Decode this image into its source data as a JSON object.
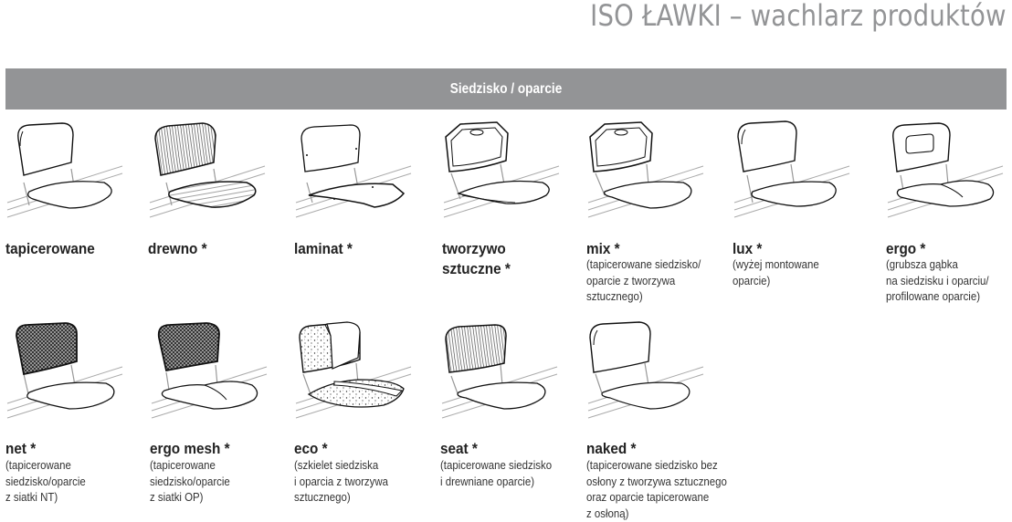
{
  "header": {
    "title": "ISO ŁAWKI – wachlarz produktów"
  },
  "section": {
    "title": "Siedzisko / oparcie"
  },
  "products": [
    {
      "name": "tapicerowane",
      "asterisk": false,
      "description": [],
      "style": "upholstered"
    },
    {
      "name": "drewno *",
      "asterisk": true,
      "description": [],
      "style": "wood"
    },
    {
      "name": "laminat *",
      "asterisk": true,
      "description": [],
      "style": "laminate"
    },
    {
      "name": "tworzywo",
      "name_line2": "sztuczne *",
      "asterisk": true,
      "description": [],
      "style": "plastic"
    },
    {
      "name": "mix *",
      "asterisk": true,
      "description": [
        "(tapicerowane siedzisko/",
        "oparcie z tworzywa",
        "sztucznego)"
      ],
      "style": "mix"
    },
    {
      "name": "lux *",
      "asterisk": true,
      "description": [
        "(wyżej montowane",
        "oparcie)"
      ],
      "style": "lux"
    },
    {
      "name": "ergo *",
      "asterisk": true,
      "description": [
        "(grubsza gąbka",
        "na siedzisku i oparciu/",
        "profilowane oparcie)"
      ],
      "style": "ergo"
    },
    {
      "name": "net *",
      "asterisk": true,
      "description": [
        "(tapicerowane",
        "siedzisko/oparcie",
        "z siatki NT)"
      ],
      "style": "net"
    },
    {
      "name": "ergo mesh *",
      "asterisk": true,
      "description": [
        "(tapicerowane",
        "siedzisko/oparcie",
        "z siatki OP)"
      ],
      "style": "ergomesh"
    },
    {
      "name": "eco *",
      "asterisk": true,
      "description": [
        "(szkielet siedziska",
        "i oparcia z tworzywa",
        "sztucznego)"
      ],
      "style": "eco"
    },
    {
      "name": "seat *",
      "asterisk": true,
      "description": [
        "(tapicerowane siedzisko",
        "i drewniane oparcie)"
      ],
      "style": "seat"
    },
    {
      "name": "naked *",
      "asterisk": true,
      "description": [
        "(tapicerowane siedzisko bez",
        "osłony z tworzywa sztucznego",
        "oraz oparcie tapicerowane",
        "z osłoną)"
      ],
      "style": "naked"
    }
  ],
  "colors": {
    "title_gray": "#939496",
    "bar_gray": "#939496",
    "bar_text": "#ffffff",
    "label_text": "#222222"
  }
}
